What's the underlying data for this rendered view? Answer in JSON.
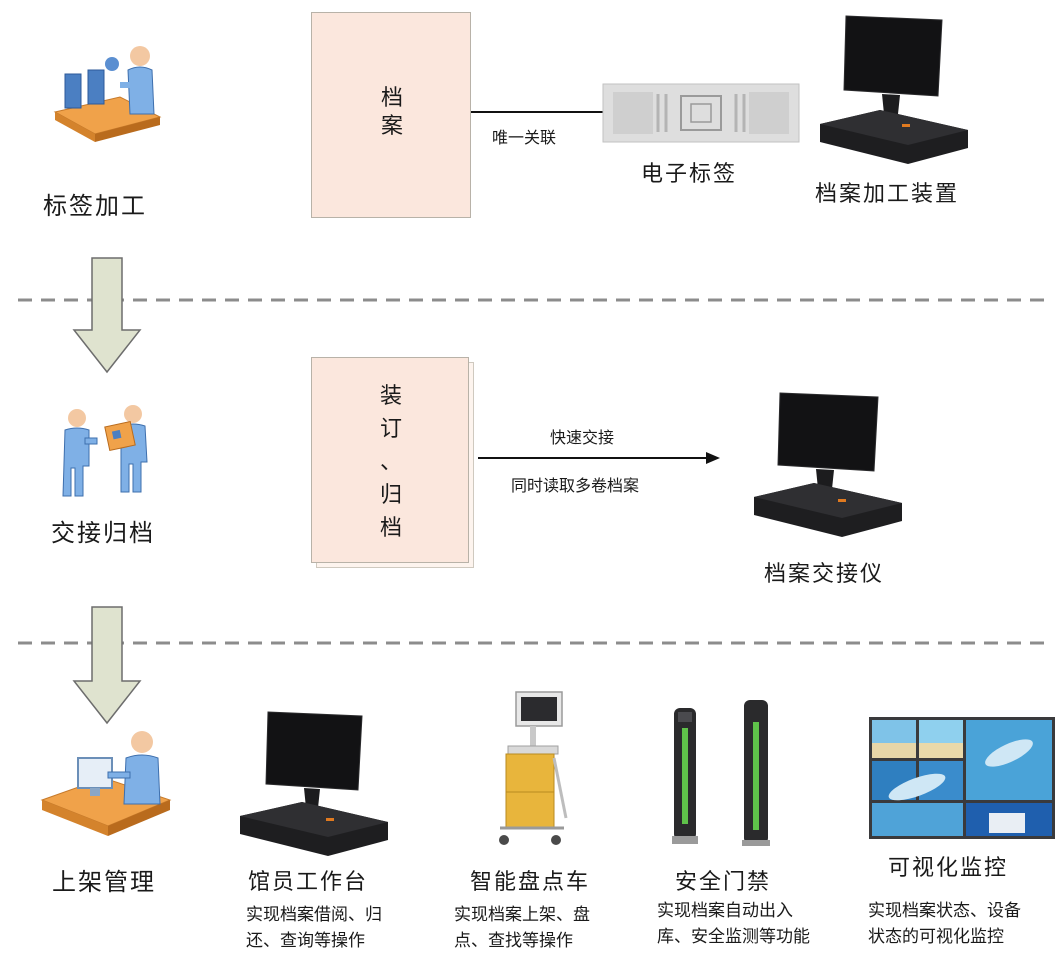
{
  "stages": [
    {
      "label": "标签加工"
    },
    {
      "label": "交接归档"
    },
    {
      "label": "上架管理"
    }
  ],
  "stage1": {
    "doc_chars": [
      "档",
      "案"
    ],
    "link_label": "唯一关联",
    "rfid_label": "电子标签",
    "device_label": "档案加工装置"
  },
  "stage2": {
    "doc_chars": [
      "装",
      "订",
      "、",
      "归",
      "档"
    ],
    "arrow_label_top": "快速交接",
    "arrow_label_bottom": "同时读取多卷档案",
    "device_label": "档案交接仪"
  },
  "stage3": {
    "devices": [
      {
        "title": "馆员工作台",
        "desc_lines": [
          "实现档案借阅、归",
          "还、查询等操作"
        ]
      },
      {
        "title": "智能盘点车",
        "desc_lines": [
          "实现档案上架、盘",
          "点、查找等操作"
        ]
      },
      {
        "title": "安全门禁",
        "desc_lines": [
          "实现档案自动出入",
          "库、安全监测等功能"
        ]
      },
      {
        "title": "可视化监控",
        "desc_lines": [
          "实现档案状态、设备",
          "状态的可视化监控"
        ]
      }
    ]
  },
  "colors": {
    "doc_fill": "#fbe7dd",
    "flow_arrow_fill": "#dfe3cf",
    "divider": "#8c8c8c",
    "device_dark": "#1c1c1e",
    "cart_yellow": "#e8b53c",
    "gate_green": "#5fc24a",
    "figure_blue": "#5b8fd1"
  }
}
